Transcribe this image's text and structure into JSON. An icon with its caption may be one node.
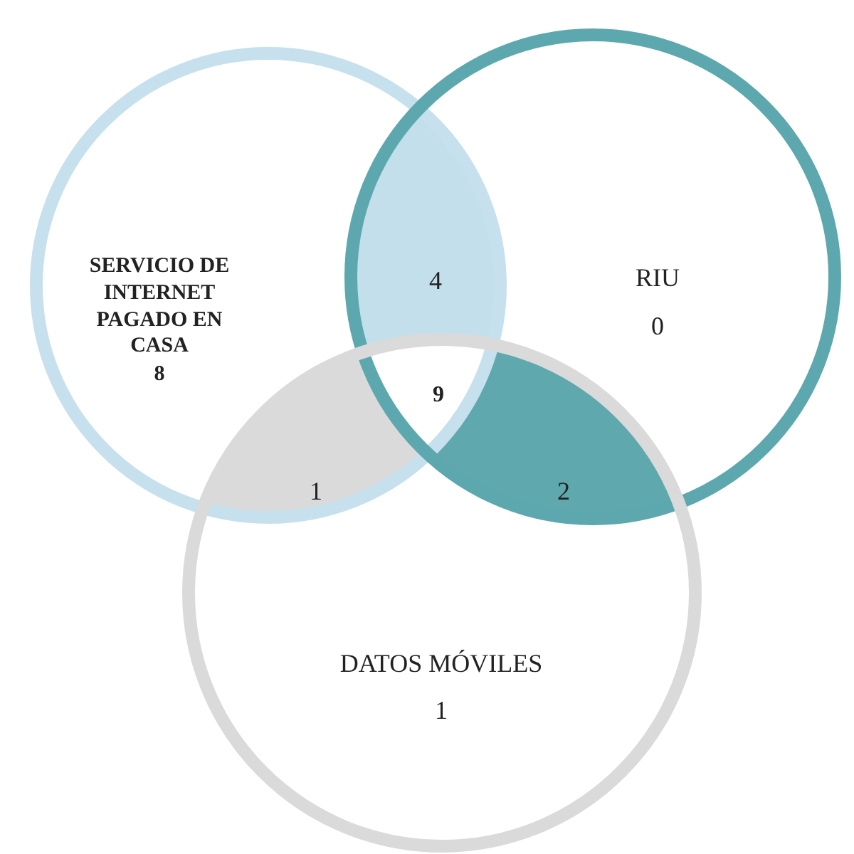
{
  "diagram": {
    "nodes": [
      {
        "text": [
          "SERVICIO DE INTERNET PAGADO EN CASA",
          "8"
        ]
      },
      {
        "text": [
          "RIU",
          "0"
        ]
      },
      {
        "text": [
          "DATOS MÓVILES",
          "1"
        ]
      },
      {
        "text": [
          "4"
        ]
      },
      {
        "text": [
          "1"
        ]
      },
      {
        "text": [
          "2"
        ]
      }
    ],
    "edges": [],
    "labels": [
      "9"
    ]
  }
}
